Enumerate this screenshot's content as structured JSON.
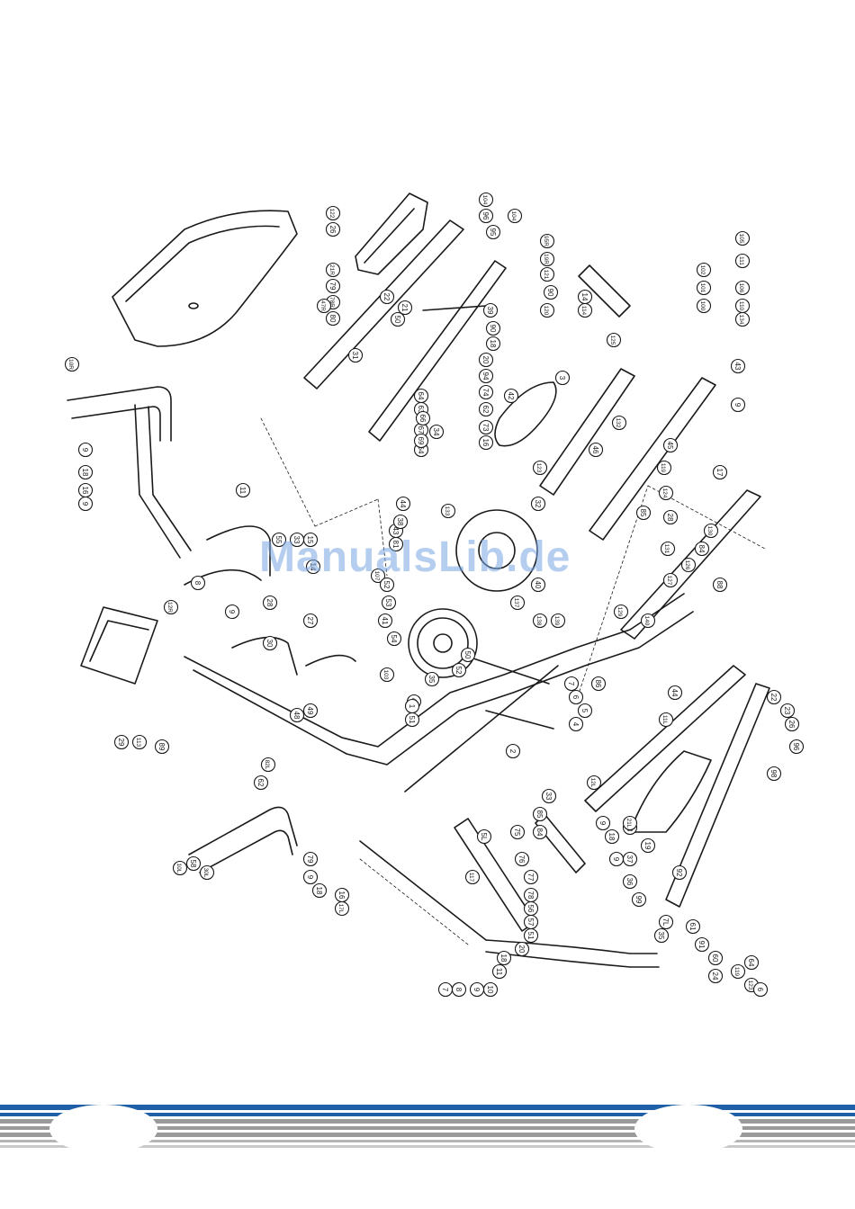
{
  "watermark": "ManualsLib.de",
  "colors": {
    "line": "#1a1a1a",
    "accent": "#1f5fa8",
    "stripe_gray": "#9a9a9a",
    "watermark": "#78a5e1"
  },
  "part_labels": [
    "122",
    "26",
    "21R",
    "79",
    "78R",
    "80",
    "47R",
    "22",
    "50",
    "21",
    "104",
    "96",
    "95",
    "95R",
    "19R",
    "121",
    "90",
    "120",
    "39",
    "90",
    "18",
    "20",
    "94",
    "74",
    "62",
    "64",
    "63",
    "73",
    "16",
    "67",
    "66",
    "64",
    "69",
    "34",
    "42",
    "3",
    "123",
    "125",
    "14",
    "114",
    "100",
    "101",
    "102",
    "104",
    "111",
    "106",
    "110",
    "134",
    "105",
    "43",
    "9",
    "119",
    "45",
    "46",
    "132",
    "124",
    "85",
    "28",
    "131",
    "127",
    "126",
    "84",
    "140",
    "129",
    "130",
    "88",
    "17",
    "10R",
    "9",
    "18",
    "16",
    "9",
    "12R",
    "11",
    "55",
    "33",
    "15",
    "14",
    "107",
    "81",
    "43",
    "38",
    "44",
    "133",
    "32",
    "40",
    "52",
    "53",
    "41",
    "54",
    "4",
    "5",
    "6",
    "7",
    "8",
    "9",
    "27",
    "28",
    "30",
    "103",
    "35",
    "47",
    "48",
    "49",
    "1",
    "51",
    "52",
    "50",
    "2",
    "33",
    "85",
    "84",
    "75",
    "76",
    "77",
    "78",
    "56",
    "57",
    "5L",
    "117",
    "51",
    "20",
    "18",
    "12L",
    "9",
    "18",
    "9",
    "37",
    "36",
    "99",
    "7L",
    "35",
    "92",
    "61",
    "91",
    "60",
    "24",
    "119",
    "64",
    "123",
    "6",
    "7",
    "8",
    "9",
    "10",
    "11",
    "29",
    "113",
    "89",
    "79",
    "9",
    "18",
    "16",
    "17L",
    "10L",
    "58",
    "30L",
    "22",
    "23",
    "26",
    "96",
    "98",
    "86",
    "44",
    "11L",
    "18",
    "19",
    "21L",
    "62",
    "82L",
    "31",
    "137",
    "138",
    "139"
  ]
}
